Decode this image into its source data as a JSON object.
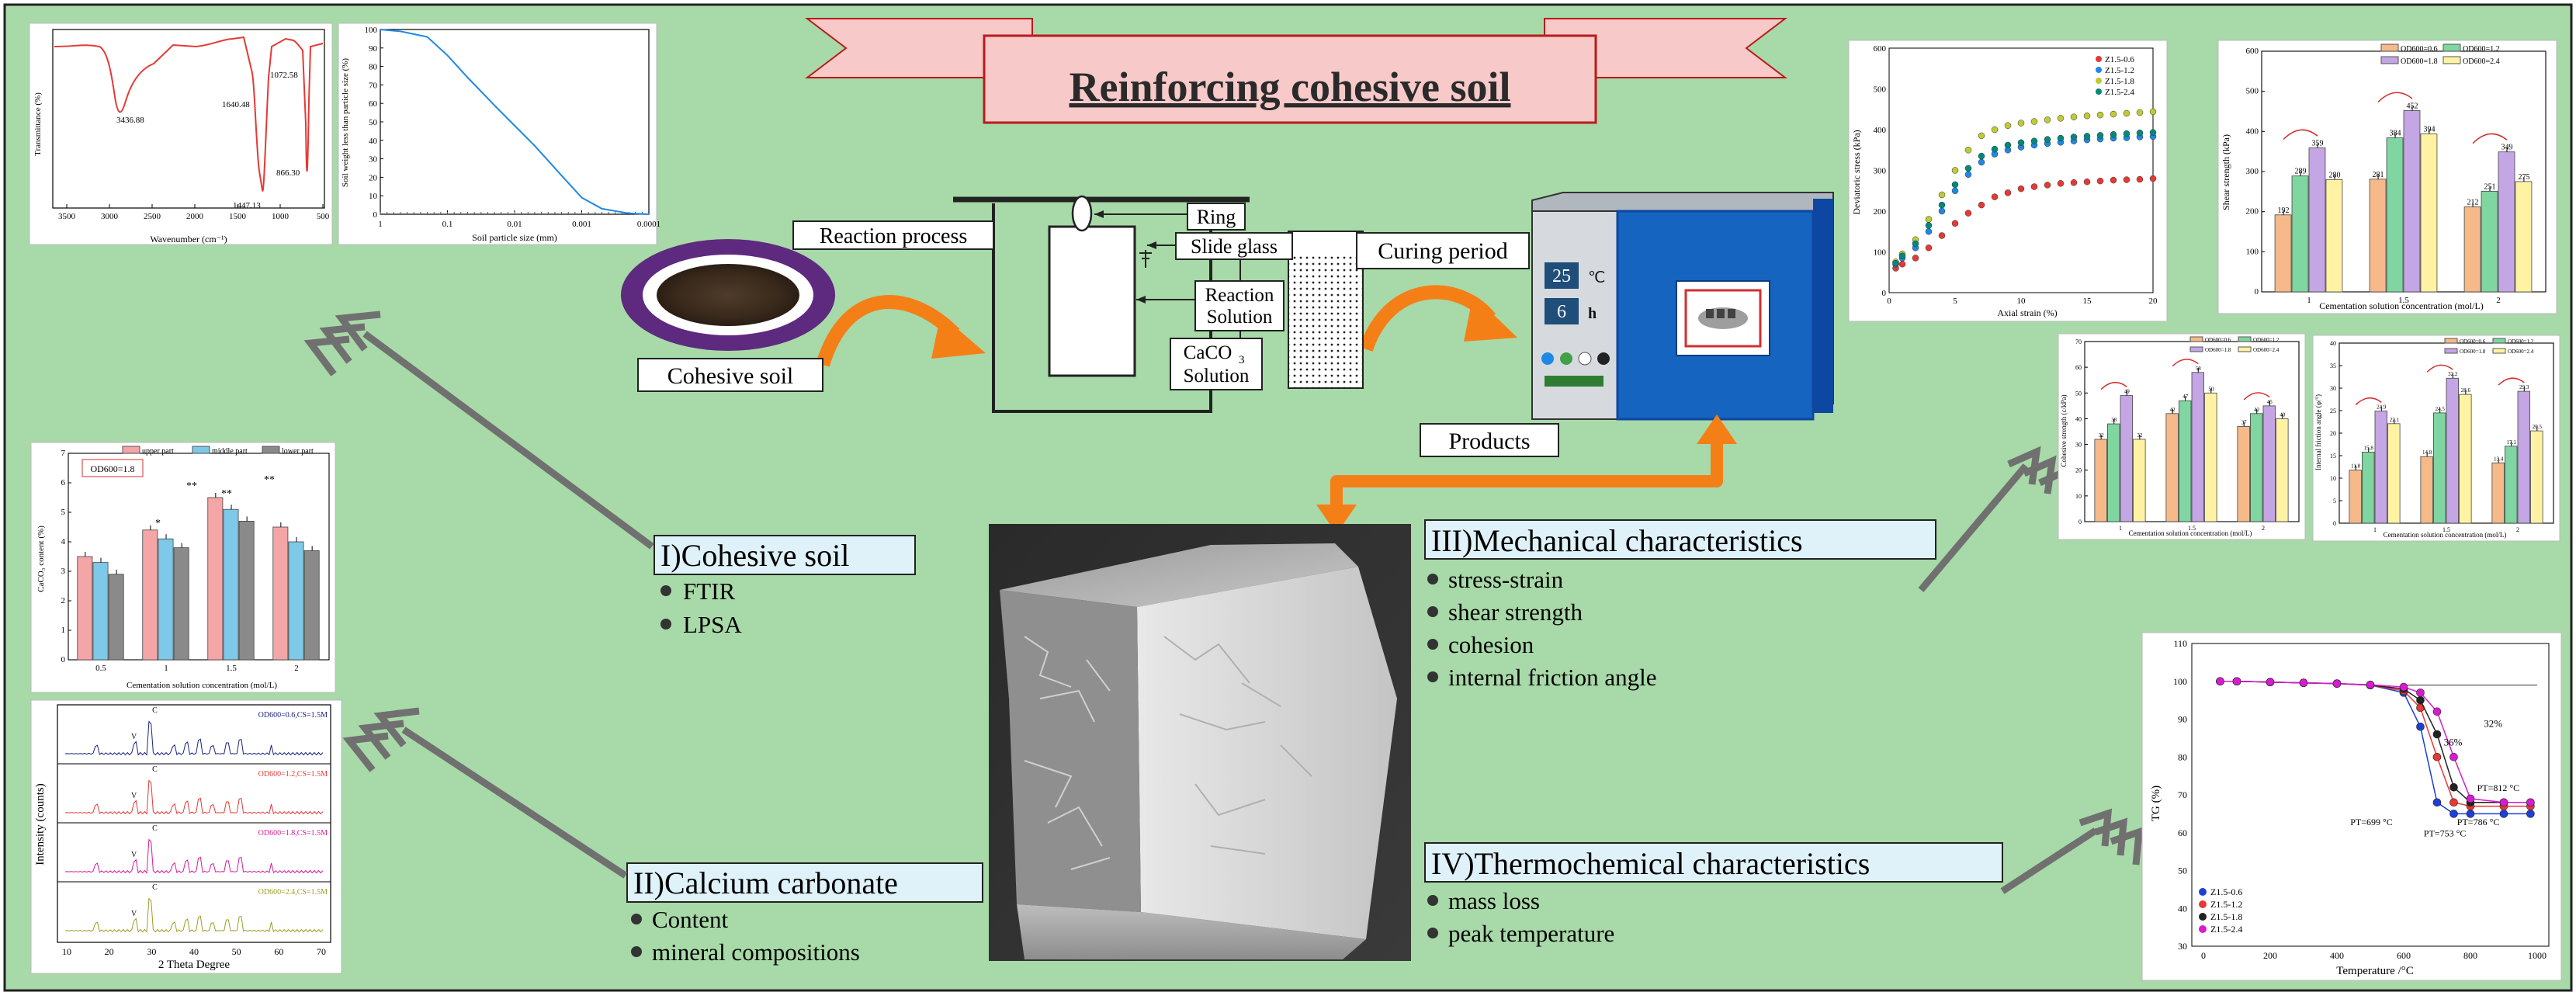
{
  "title": "Reinforcing cohesive soil",
  "colors": {
    "background": "#a8d9a8",
    "ribbon": "#f7c9c9",
    "orange_arrow": "#f57f17",
    "gray_arrow": "#707070",
    "label_box": "#dff1f9",
    "oven_body": "#1565c0",
    "ring": "#5e2a7f"
  },
  "process": {
    "reaction_process": "Reaction process",
    "ring": "Ring",
    "slide_glass": "Slide glass",
    "reaction_solution": [
      "Reaction",
      "Solution"
    ],
    "caco3_solution": [
      "CaCO",
      "3",
      "Solution"
    ],
    "curing_period": "Curing period",
    "cohesive_soil": "Cohesive soil",
    "products": "Products",
    "oven_temp": "25",
    "oven_temp_unit": "℃",
    "oven_time": "6",
    "oven_time_unit": "h"
  },
  "sections": [
    {
      "title": "I)Cohesive soil",
      "items": [
        "FTIR",
        "LPSA"
      ]
    },
    {
      "title": "II)Calcium carbonate",
      "items": [
        "Content",
        "mineral compositions"
      ]
    },
    {
      "title": "III)Mechanical characteristics",
      "items": [
        "stress-strain",
        "shear strength",
        "cohesion",
        "internal friction angle"
      ]
    },
    {
      "title": "IV)Thermochemical characteristics",
      "items": [
        "mass loss",
        "peak temperature"
      ]
    }
  ],
  "chart_data": [
    {
      "id": "ftir",
      "type": "line",
      "xlabel": "Wavenumber (cm⁻¹)",
      "ylabel": "Transmittance (%)",
      "xticks": [
        "3500",
        "3000",
        "2500",
        "2000",
        "1500",
        "1000",
        "500"
      ],
      "annotations": [
        "3436.88",
        "1640.48",
        "1447.13",
        "1072.58",
        "866.30"
      ]
    },
    {
      "id": "lpsa",
      "type": "line",
      "xlabel": "Soil particle size (mm)",
      "ylabel": "Soil weight less than particle size (%)",
      "xticks": [
        "1",
        "0.1",
        "0.01",
        "0.001",
        "0.0001"
      ],
      "yticks": [
        "0",
        "10",
        "20",
        "30",
        "40",
        "50",
        "60",
        "70",
        "80",
        "90",
        "100"
      ],
      "x": [
        1,
        0.5,
        0.2,
        0.1,
        0.05,
        0.02,
        0.01,
        0.005,
        0.002,
        0.001,
        0.0005,
        0.0002,
        0.0001
      ],
      "y": [
        100,
        99,
        96,
        86,
        74,
        59,
        48,
        37,
        21,
        9,
        3,
        0.5,
        0
      ]
    },
    {
      "id": "caco3_content",
      "type": "bar",
      "xlabel": "Cementation solution concentration (mol/L)",
      "ylabel": "CaCO₃ content (%)",
      "categories": [
        "0.5",
        "1",
        "1.5",
        "2"
      ],
      "ylim": [
        0,
        7
      ],
      "yticks": [
        "0",
        "1",
        "2",
        "3",
        "4",
        "5",
        "6",
        "7"
      ],
      "inset_label": "OD600=1.8",
      "significance": [
        "*",
        "**",
        "**",
        "**"
      ],
      "series": [
        {
          "name": "upper part",
          "color": "#f4a6a6",
          "values": [
            3.5,
            4.4,
            5.5,
            4.5
          ]
        },
        {
          "name": "middle part",
          "color": "#7ec8e8",
          "values": [
            3.3,
            4.1,
            5.1,
            4.0
          ]
        },
        {
          "name": "lower part",
          "color": "#8a8a8a",
          "values": [
            2.9,
            3.8,
            4.7,
            3.7
          ]
        }
      ]
    },
    {
      "id": "xrd",
      "type": "line",
      "xlabel": "2 Theta Degree",
      "ylabel": "Intensity (counts)",
      "xticks": [
        "10",
        "20",
        "30",
        "40",
        "50",
        "60",
        "70"
      ],
      "series": [
        {
          "name": "OD600=0.6,CS=1.5M",
          "color": "#1a237e"
        },
        {
          "name": "OD600=1.2,CS=1.5M",
          "color": "#e53935"
        },
        {
          "name": "OD600=1.8,CS=1.5M",
          "color": "#d81b9a"
        },
        {
          "name": "OD600=2.4,CS=1.5M",
          "color": "#9e9d24"
        }
      ],
      "peak_labels": [
        "C",
        "V"
      ]
    },
    {
      "id": "stress_strain",
      "type": "scatter",
      "xlabel": "Axial strain (%)",
      "ylabel": "Deviatoric stress (kPa)",
      "xlim": [
        0,
        20
      ],
      "ylim": [
        0,
        600
      ],
      "xticks": [
        "0",
        "5",
        "10",
        "15",
        "20"
      ],
      "yticks": [
        "0",
        "100",
        "200",
        "300",
        "400",
        "500",
        "600"
      ],
      "series": [
        {
          "name": "Z1.5-0.6",
          "color": "#e53935",
          "x": [
            0.5,
            1,
            2,
            3,
            4,
            5,
            6,
            7,
            8,
            9,
            10,
            11,
            12,
            13,
            14,
            15,
            16,
            17,
            18,
            19,
            20
          ],
          "y": [
            60,
            70,
            85,
            110,
            140,
            170,
            195,
            215,
            235,
            245,
            255,
            260,
            264,
            268,
            270,
            272,
            274,
            276,
            277,
            278,
            280
          ]
        },
        {
          "name": "Z1.5-1.2",
          "color": "#1e88e5",
          "x": [
            0.5,
            1,
            2,
            3,
            4,
            5,
            6,
            7,
            8,
            9,
            10,
            11,
            12,
            13,
            14,
            15,
            16,
            17,
            18,
            19,
            20
          ],
          "y": [
            70,
            85,
            110,
            150,
            200,
            250,
            290,
            320,
            340,
            350,
            357,
            362,
            366,
            369,
            372,
            375,
            377,
            379,
            380,
            382,
            383
          ]
        },
        {
          "name": "Z1.5-1.8",
          "color": "#c0ca33",
          "x": [
            0.5,
            1,
            2,
            3,
            4,
            5,
            6,
            7,
            8,
            9,
            10,
            11,
            12,
            13,
            14,
            15,
            16,
            17,
            18,
            19,
            20
          ],
          "y": [
            75,
            95,
            130,
            180,
            240,
            300,
            350,
            385,
            400,
            410,
            416,
            420,
            424,
            428,
            431,
            434,
            436,
            438,
            440,
            442,
            444
          ]
        },
        {
          "name": "Z1.5-2.4",
          "color": "#00897b",
          "x": [
            0.5,
            1,
            2,
            3,
            4,
            5,
            6,
            7,
            8,
            9,
            10,
            11,
            12,
            13,
            14,
            15,
            16,
            17,
            18,
            19,
            20
          ],
          "y": [
            72,
            90,
            120,
            165,
            215,
            265,
            305,
            335,
            352,
            362,
            368,
            372,
            376,
            379,
            382,
            384,
            386,
            388,
            390,
            392,
            393
          ]
        }
      ]
    },
    {
      "id": "shear_strength",
      "type": "bar",
      "xlabel": "Cementation solution concentration (mol/L)",
      "ylabel": "Shear strength (kPa)",
      "categories": [
        "1",
        "1.5",
        "2"
      ],
      "ylim": [
        0,
        600
      ],
      "yticks": [
        "0",
        "100",
        "200",
        "300",
        "400",
        "500",
        "600"
      ],
      "series": [
        {
          "name": "OD600=0.6",
          "color": "#f6b98a",
          "values": [
            192,
            281,
            212
          ]
        },
        {
          "name": "OD600=1.2",
          "color": "#7fd6a0",
          "values": [
            289,
            384,
            251
          ]
        },
        {
          "name": "OD600=1.8",
          "color": "#c3a6e3",
          "values": [
            359,
            452,
            349
          ]
        },
        {
          "name": "OD600=2.4",
          "color": "#fff3a3",
          "values": [
            280,
            394,
            275
          ]
        }
      ]
    },
    {
      "id": "cohesion",
      "type": "bar",
      "xlabel": "Cementation solution concentration (mol/L)",
      "ylabel": "Cohesive strength (c/kPa)",
      "categories": [
        "1",
        "1.5",
        "2"
      ],
      "ylim": [
        0,
        70
      ],
      "yticks": [
        "0",
        "10",
        "20",
        "30",
        "40",
        "50",
        "60",
        "70"
      ],
      "series": [
        {
          "name": "OD600=0.6",
          "color": "#f6b98a",
          "values": [
            32,
            42,
            37
          ]
        },
        {
          "name": "OD600=1.2",
          "color": "#7fd6a0",
          "values": [
            38,
            47,
            42
          ]
        },
        {
          "name": "OD600=1.8",
          "color": "#c3a6e3",
          "values": [
            49,
            58,
            45
          ]
        },
        {
          "name": "OD600=2.4",
          "color": "#fff3a3",
          "values": [
            32,
            50,
            40
          ]
        }
      ]
    },
    {
      "id": "friction_angle",
      "type": "bar",
      "xlabel": "Cementation solution concentration (mol/L)",
      "ylabel": "Internal friction angle (φ/°)",
      "categories": [
        "1",
        "1.5",
        "2"
      ],
      "ylim": [
        0,
        40
      ],
      "yticks": [
        "0",
        "5",
        "10",
        "15",
        "20",
        "25",
        "30",
        "35",
        "40"
      ],
      "series": [
        {
          "name": "OD600=0.6",
          "color": "#f6b98a",
          "values": [
            11.8,
            14.8,
            13.4
          ]
        },
        {
          "name": "OD600=1.2",
          "color": "#7fd6a0",
          "values": [
            15.8,
            24.5,
            17.1
          ]
        },
        {
          "name": "OD600=1.8",
          "color": "#c3a6e3",
          "values": [
            24.9,
            32.2,
            29.3
          ]
        },
        {
          "name": "OD600=2.4",
          "color": "#fff3a3",
          "values": [
            22.1,
            28.6,
            20.5
          ]
        }
      ]
    },
    {
      "id": "tg",
      "type": "line",
      "xlabel": "Temperature /°C",
      "ylabel": "TG (%)",
      "xlim": [
        0,
        1000
      ],
      "ylim": [
        30,
        110
      ],
      "xticks": [
        "0",
        "200",
        "400",
        "600",
        "800",
        "1000"
      ],
      "yticks": [
        "30",
        "40",
        "50",
        "60",
        "70",
        "80",
        "90",
        "100",
        "110"
      ],
      "annotations": [
        "32%",
        "36%",
        "PT=812 °C",
        "PT=786 °C",
        "PT=753 °C",
        "PT=699 °C"
      ],
      "series": [
        {
          "name": "Z1.5-0.6",
          "color": "#1e3fd6",
          "x": [
            50,
            100,
            200,
            300,
            400,
            500,
            600,
            650,
            700,
            750,
            800,
            900,
            980
          ],
          "y": [
            100,
            100,
            99.8,
            99.6,
            99.4,
            99.0,
            97,
            88,
            68,
            65,
            65,
            65,
            65
          ]
        },
        {
          "name": "Z1.5-1.2",
          "color": "#e53935",
          "x": [
            50,
            100,
            200,
            300,
            400,
            500,
            600,
            650,
            700,
            750,
            800,
            900,
            980
          ],
          "y": [
            100,
            100,
            99.8,
            99.6,
            99.4,
            99.0,
            97.5,
            93,
            80,
            68,
            67,
            67,
            67
          ]
        },
        {
          "name": "Z1.5-1.8",
          "color": "#222222",
          "x": [
            50,
            100,
            200,
            300,
            400,
            500,
            600,
            650,
            700,
            750,
            800,
            900,
            980
          ],
          "y": [
            100,
            100,
            99.8,
            99.6,
            99.4,
            99.0,
            98,
            95,
            86,
            72,
            68,
            68,
            68
          ]
        },
        {
          "name": "Z1.5-2.4",
          "color": "#d81bd0",
          "x": [
            50,
            100,
            200,
            300,
            400,
            500,
            600,
            650,
            700,
            750,
            800,
            900,
            980
          ],
          "y": [
            100,
            100,
            99.8,
            99.6,
            99.4,
            99.1,
            98.5,
            97,
            92,
            80,
            69,
            68,
            68
          ]
        }
      ]
    }
  ]
}
